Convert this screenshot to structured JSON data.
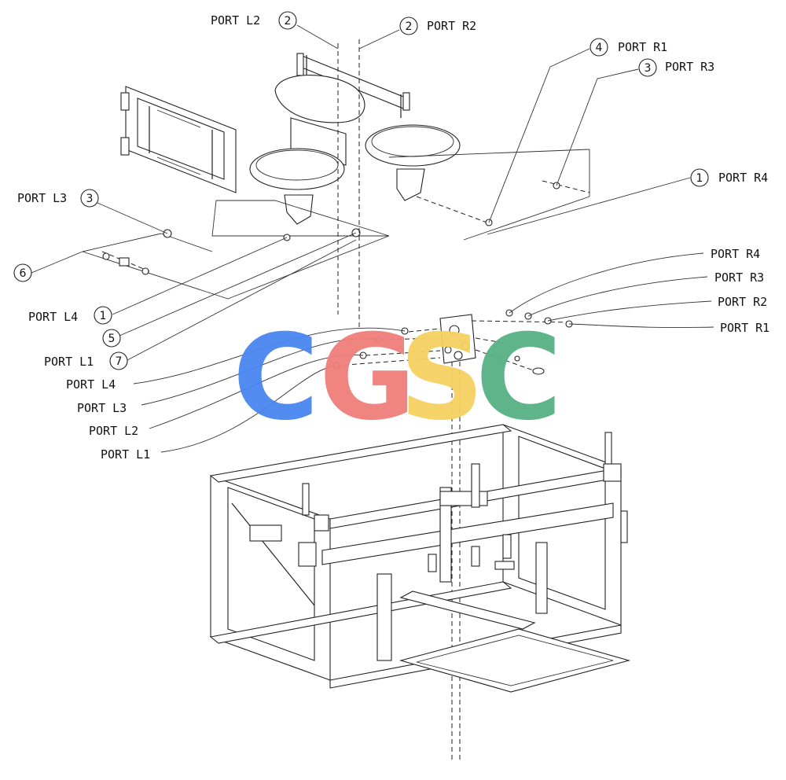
{
  "labels": {
    "top_port_l2": "PORT L2",
    "top_port_r2": "PORT R2",
    "top_port_r1": "PORT R1",
    "top_port_r3": "PORT R3",
    "top_port_r4": "PORT R4",
    "top_port_l3": "PORT L3",
    "top_port_l4": "PORT L4",
    "top_port_l1": "PORT L1",
    "mid_port_r4": "PORT R4",
    "mid_port_r3": "PORT R3",
    "mid_port_r2": "PORT R2",
    "mid_port_r1": "PORT R1",
    "mid_port_l4": "PORT L4",
    "mid_port_l3": "PORT L3",
    "mid_port_l2": "PORT L2",
    "mid_port_l1": "PORT L1"
  },
  "callouts": {
    "c_l2": "2",
    "c_r2": "2",
    "c_r1": "4",
    "c_r3": "3",
    "c_r4": "1",
    "c_l3": "3",
    "c_6": "6",
    "c_l4": "1",
    "c_5": "5",
    "c_7": "7"
  },
  "watermark": {
    "letters": [
      "C",
      "G",
      "S",
      "C"
    ],
    "colors": [
      "#4a86f0",
      "#f07e7a",
      "#f6d160",
      "#58b184"
    ]
  }
}
